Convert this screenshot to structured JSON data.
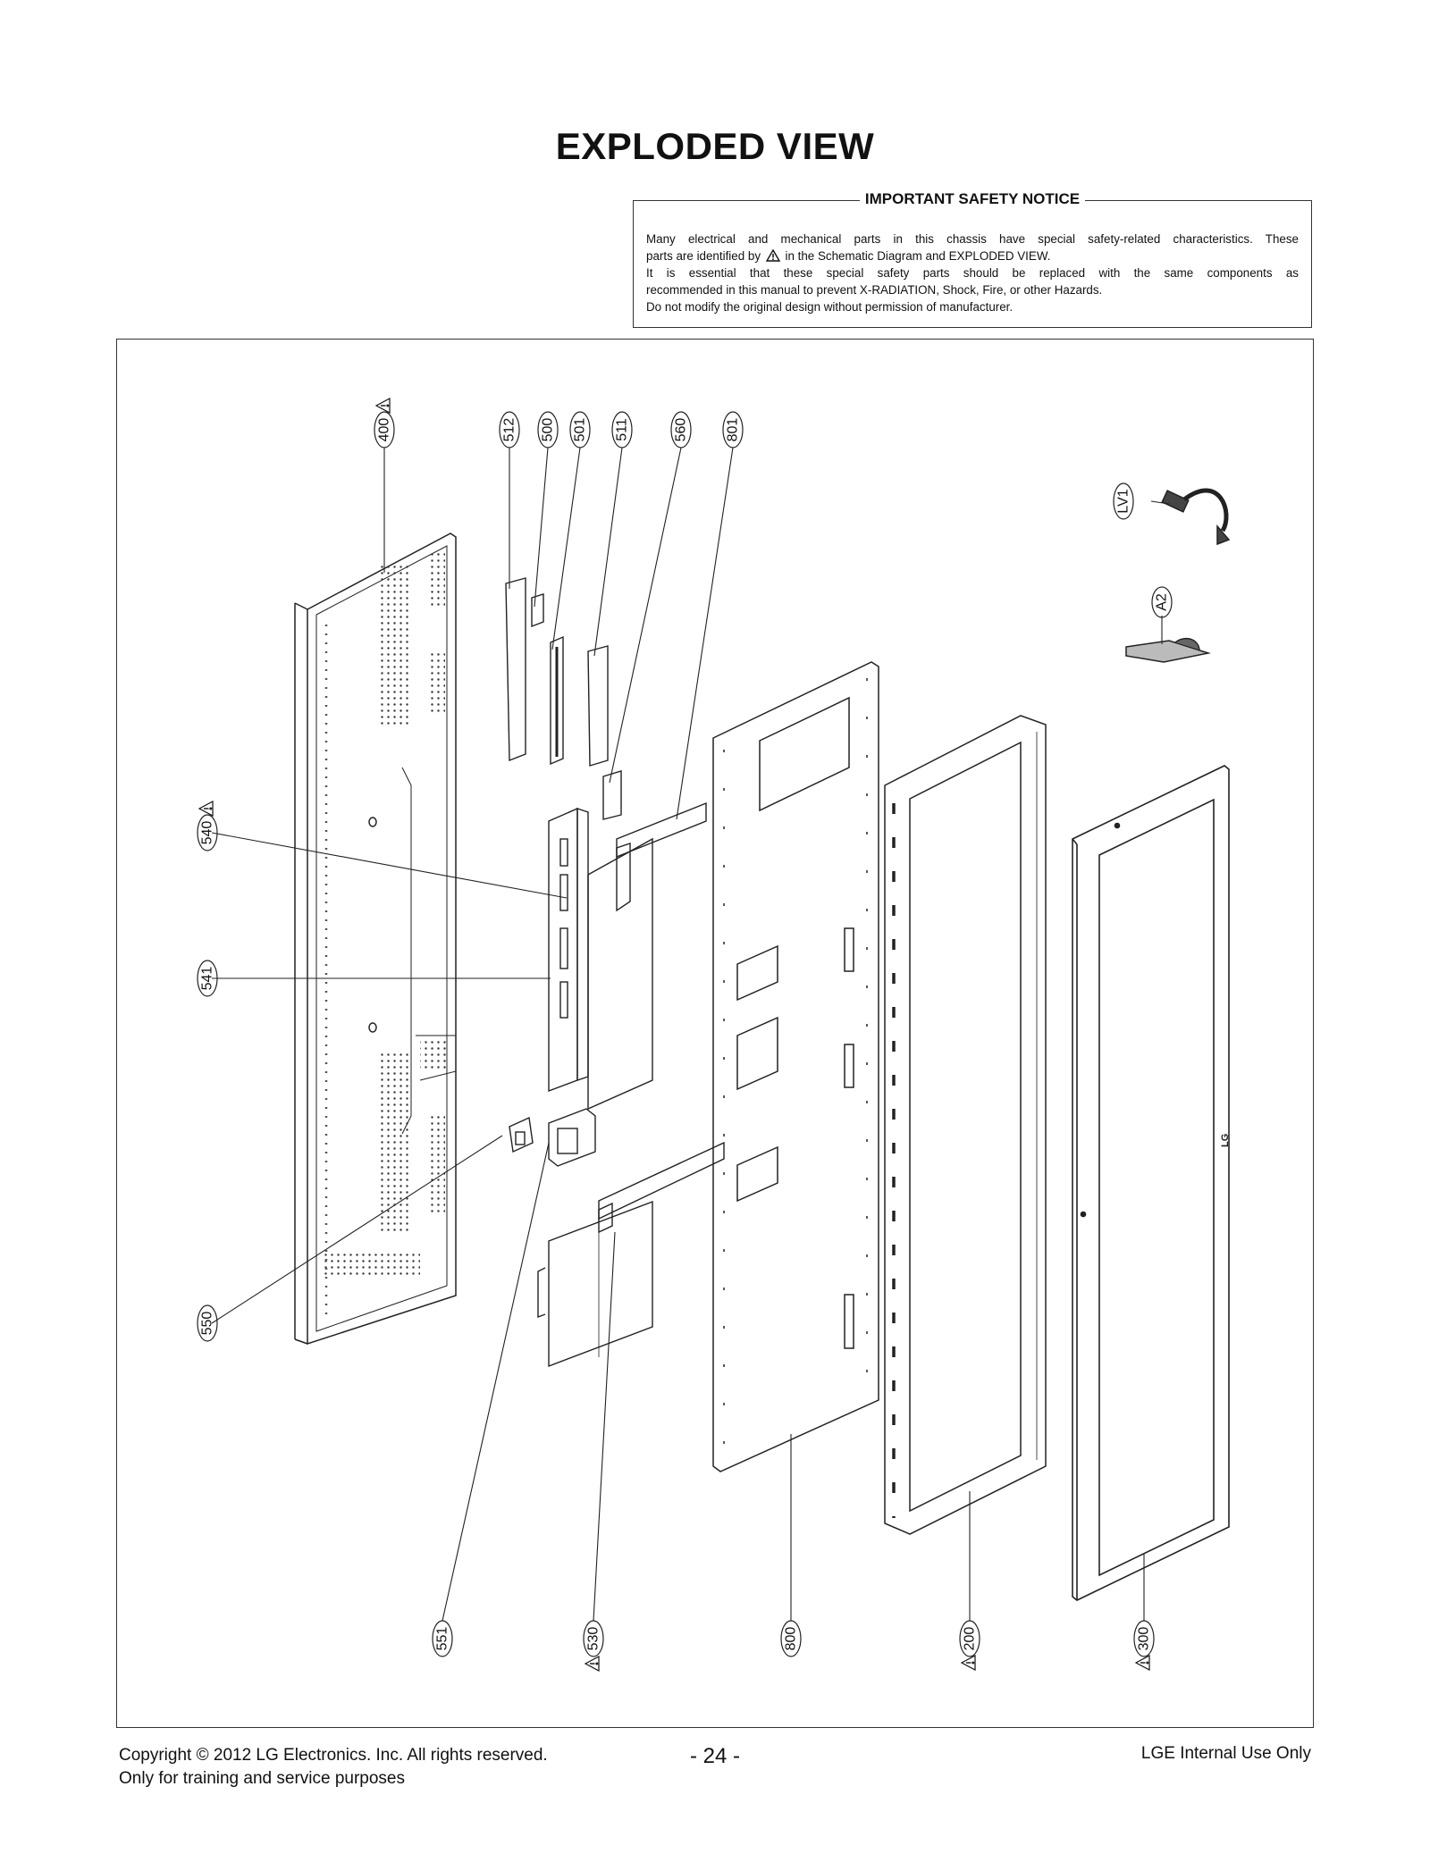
{
  "page": {
    "title": "EXPLODED VIEW"
  },
  "notice": {
    "title": "IMPORTANT SAFETY NOTICE",
    "line1": "Many electrical and mechanical parts in this chassis have special safety-related characteristics. These",
    "line2a": "parts are identified by",
    "line2b": "in the Schematic Diagram and EXPLODED VIEW.",
    "line3": "It is essential that these special safety parts should be replaced with the same components as",
    "line4": "recommended in this manual to prevent X-RADIATION, Shock, Fire, or other Hazards.",
    "line5": "Do not modify the original design without permission of manufacturer.",
    "icon": "warning-triangle-icon"
  },
  "diagram": {
    "callouts": [
      {
        "id": "400",
        "safety": true
      },
      {
        "id": "512",
        "safety": false
      },
      {
        "id": "500",
        "safety": false
      },
      {
        "id": "501",
        "safety": false
      },
      {
        "id": "511",
        "safety": false
      },
      {
        "id": "560",
        "safety": false
      },
      {
        "id": "801",
        "safety": false
      },
      {
        "id": "LV1",
        "safety": false
      },
      {
        "id": "A2",
        "safety": false
      },
      {
        "id": "540",
        "safety": true
      },
      {
        "id": "541",
        "safety": false
      },
      {
        "id": "550",
        "safety": false
      },
      {
        "id": "551",
        "safety": false
      },
      {
        "id": "530",
        "safety": true
      },
      {
        "id": "800",
        "safety": false
      },
      {
        "id": "200",
        "safety": true
      },
      {
        "id": "300",
        "safety": true
      }
    ],
    "brand_mark": "LG"
  },
  "footer": {
    "copyright": "Copyright  © 2012  LG Electronics. Inc. All rights reserved.",
    "purpose": "Only for training and service purposes",
    "page_number": "- 24 -",
    "classification": "LGE Internal Use Only"
  }
}
